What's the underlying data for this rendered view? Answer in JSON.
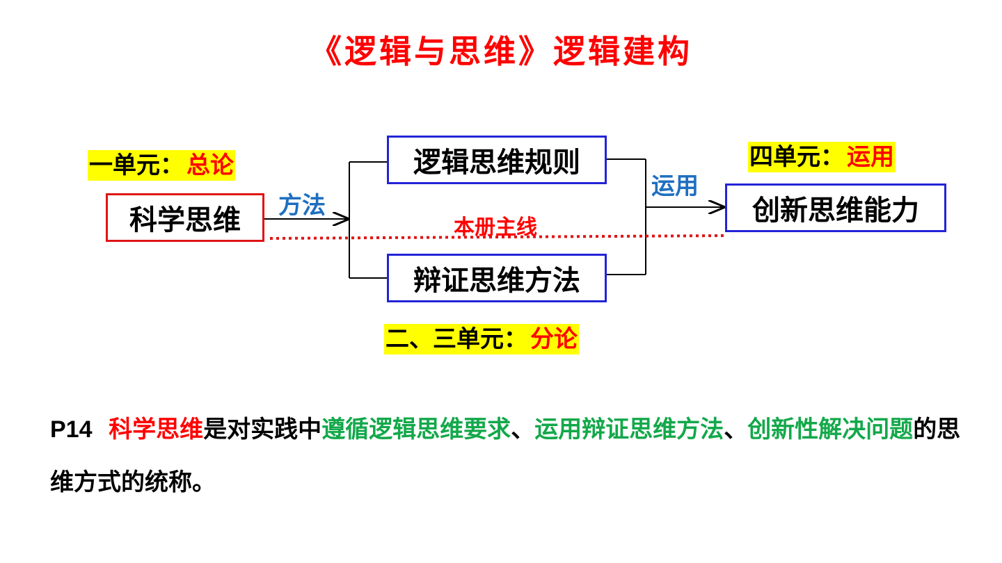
{
  "title": "《逻辑与思维》逻辑建构",
  "colors": {
    "title": "#ff0000",
    "red": "#ff0000",
    "blue": "#1f6fc0",
    "green": "#13a84a",
    "highlight": "#ffff00",
    "box_red": "#e01414",
    "box_blue": "#2323d8"
  },
  "diagram": {
    "unit1": {
      "prefix": "一单元：",
      "suffix": "总论"
    },
    "unit23": {
      "prefix": "二、三单元：",
      "suffix": "分论"
    },
    "unit4": {
      "prefix": "四单元：",
      "suffix": "运用"
    },
    "scientific_thinking": "科学思维",
    "logic_rules": "逻辑思维规则",
    "dialectic_methods": "辩证思维方法",
    "innovation_ability": "创新思维能力",
    "arrow_method": "方法",
    "arrow_apply": "运用",
    "main_line": "本册主线"
  },
  "paragraph": {
    "page_ref": "P14",
    "term": "科学思维",
    "part1": "是对实践中",
    "green1": "遵循逻辑思维要求",
    "sep1": "、",
    "green2": "运用辩证思维方法",
    "sep2": "、",
    "green3": "创新性解决",
    "green4": "问题",
    "part2": "的思维方式的统称。"
  }
}
